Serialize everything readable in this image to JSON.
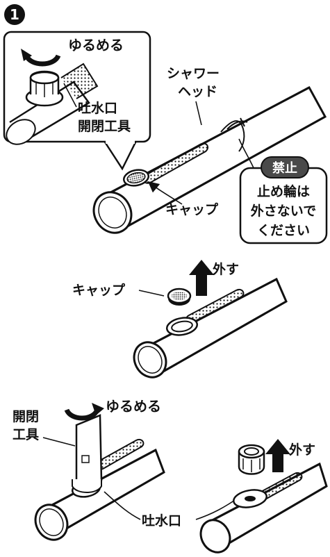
{
  "step": {
    "number": "1"
  },
  "panel1": {
    "callout_loosen": "ゆるめる",
    "callout_tool_line1": "吐水口",
    "callout_tool_line2": "開閉工具",
    "label_shower_line1": "シャワー",
    "label_shower_line2": "ヘッド",
    "prohibited_badge": "禁止",
    "warning_line1": "止め輪は",
    "warning_line2": "外さないで",
    "warning_line3": "ください",
    "label_cap": "キャップ"
  },
  "panel2": {
    "label_cap": "キャップ",
    "label_remove": "外す"
  },
  "panel3": {
    "label_loosen": "ゆるめる",
    "label_tool_line1": "開閉",
    "label_tool_line2": "工具",
    "label_outlet": "吐水口",
    "label_remove": "外す"
  },
  "colors": {
    "ink": "#111111",
    "badge_bg": "#4a4a4a",
    "badge_text": "#ffffff",
    "paper": "#ffffff",
    "mesh": "#9a9a9a"
  }
}
